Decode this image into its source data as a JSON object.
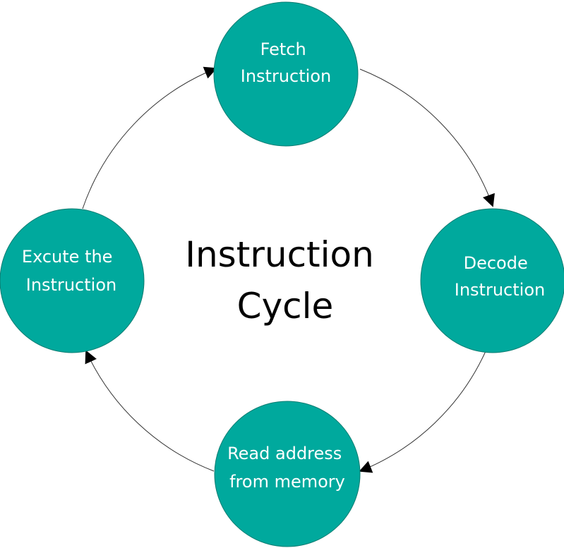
{
  "diagram": {
    "title_line1": "Instruction",
    "title_line2": "Cycle",
    "node_color": "#00a99d",
    "nodes": [
      {
        "line1": "Fetch",
        "line2": "Instruction"
      },
      {
        "line1": "Decode",
        "line2": "Instruction"
      },
      {
        "line1": "Read address",
        "line2": "from memory"
      },
      {
        "line1": "Excute the",
        "line2": "Instruction"
      }
    ]
  }
}
